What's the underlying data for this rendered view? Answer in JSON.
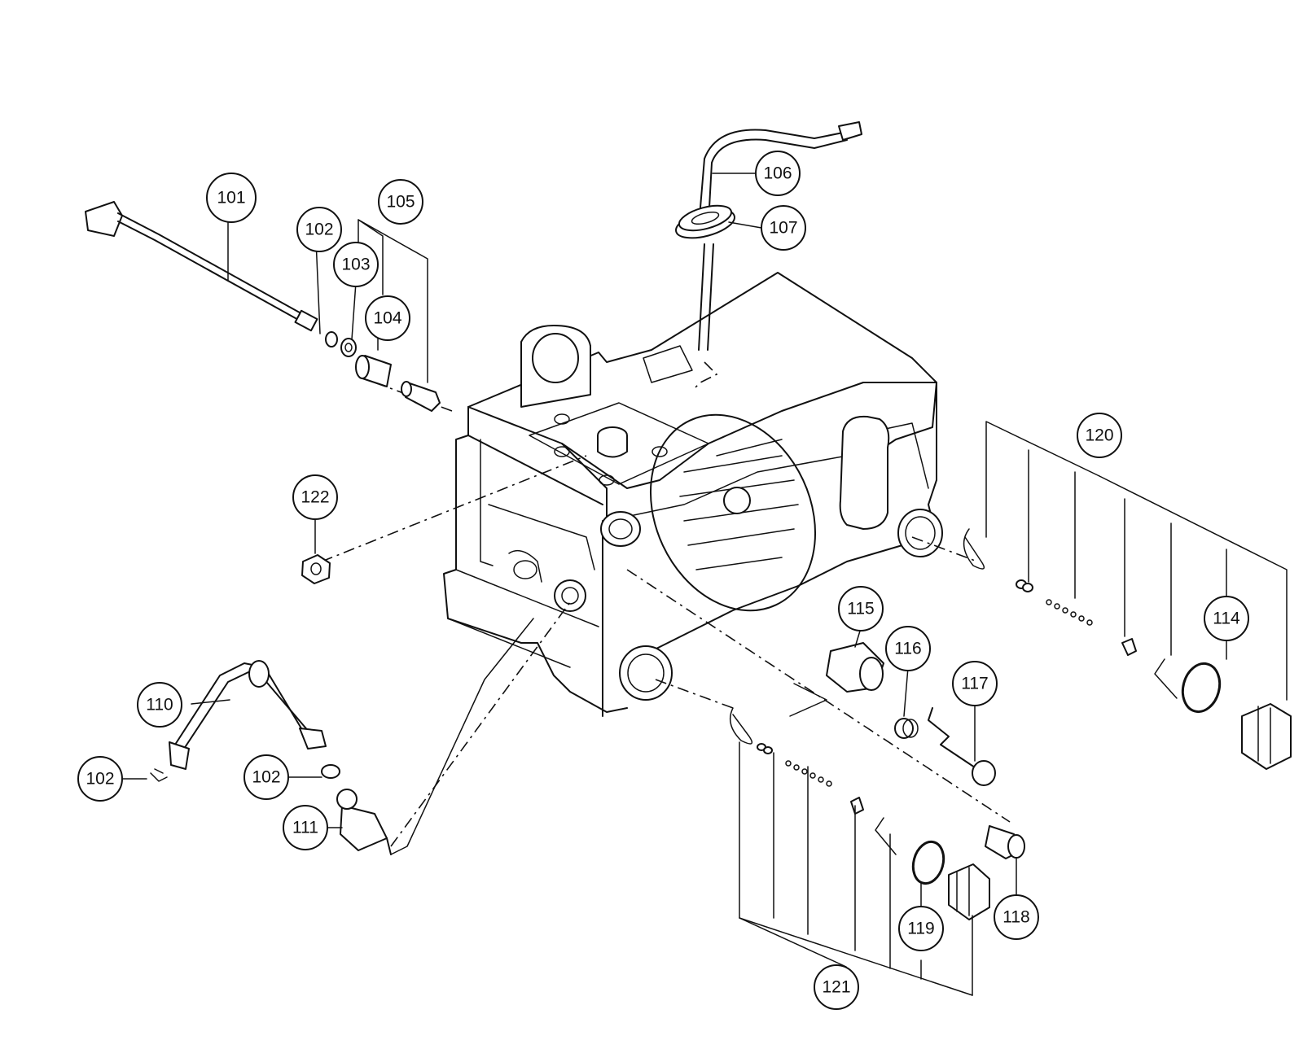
{
  "diagram": {
    "colors": {
      "ink": "#111111",
      "paper": "#ffffff"
    },
    "callouts": [
      {
        "id": "c101",
        "label": "101"
      },
      {
        "id": "c102a",
        "label": "102"
      },
      {
        "id": "c103",
        "label": "103"
      },
      {
        "id": "c104",
        "label": "104"
      },
      {
        "id": "c105",
        "label": "105"
      },
      {
        "id": "c106",
        "label": "106"
      },
      {
        "id": "c107",
        "label": "107"
      },
      {
        "id": "c110",
        "label": "110"
      },
      {
        "id": "c102b",
        "label": "102"
      },
      {
        "id": "c102c",
        "label": "102"
      },
      {
        "id": "c111",
        "label": "111"
      },
      {
        "id": "c114",
        "label": "114"
      },
      {
        "id": "c115",
        "label": "115"
      },
      {
        "id": "c116",
        "label": "116"
      },
      {
        "id": "c117",
        "label": "117"
      },
      {
        "id": "c118",
        "label": "118"
      },
      {
        "id": "c119",
        "label": "119"
      },
      {
        "id": "c120",
        "label": "120"
      },
      {
        "id": "c121",
        "label": "121"
      },
      {
        "id": "c122",
        "label": "122"
      }
    ]
  }
}
